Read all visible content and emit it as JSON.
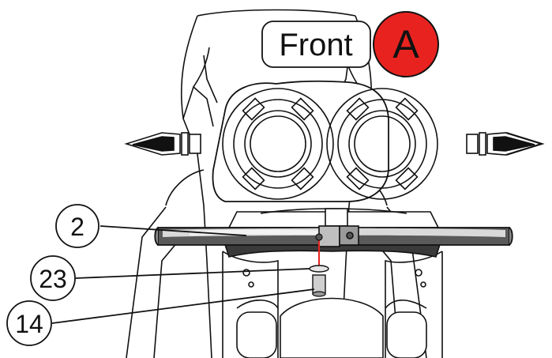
{
  "header": {
    "label": "Front",
    "badge_letter": "A",
    "badge_color": "#e8231f"
  },
  "callouts": [
    {
      "number": "2"
    },
    {
      "number": "23"
    },
    {
      "number": "14"
    }
  ],
  "colors": {
    "line": "#111111",
    "bar_fill": "#5a5a5a",
    "bar_highlight": "#d9d9d9",
    "guide_line": "#e8231f"
  }
}
